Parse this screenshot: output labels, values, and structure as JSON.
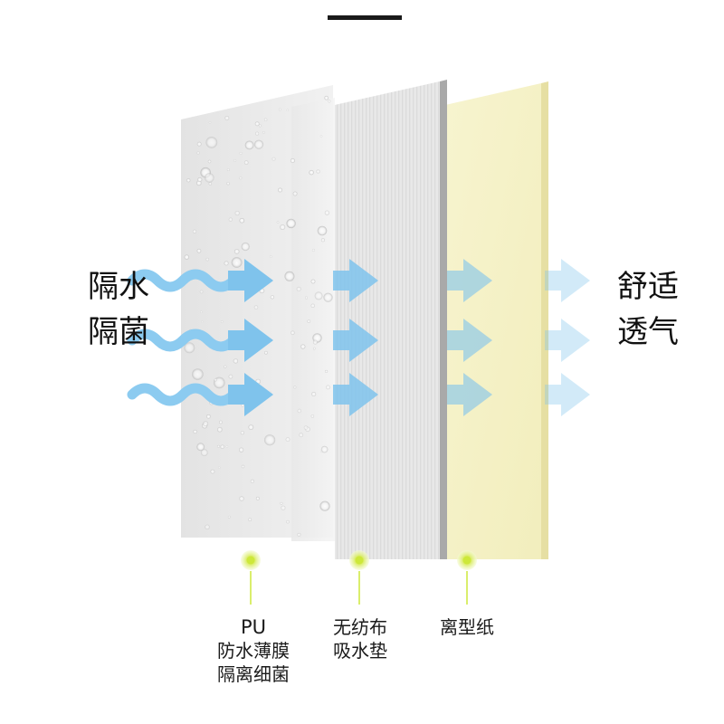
{
  "left_label": {
    "line1": "隔水",
    "line2": "隔菌"
  },
  "right_label": {
    "line1": "舒适",
    "line2": "透气"
  },
  "layers": [
    {
      "id": "pu",
      "lines": [
        "PU",
        "防水薄膜",
        "隔离细菌"
      ]
    },
    {
      "id": "nonwoven",
      "lines": [
        "无纺布",
        "吸水垫"
      ]
    },
    {
      "id": "release-paper",
      "lines": [
        "离型纸"
      ]
    }
  ],
  "colors": {
    "arrow": "#7fc3ec",
    "wave": "#8ccbf0",
    "pu_film": "#e9e9e9",
    "nonwoven": "#e2e2e2",
    "release_paper": "#f5f2c8",
    "dot": "#cde83a"
  }
}
